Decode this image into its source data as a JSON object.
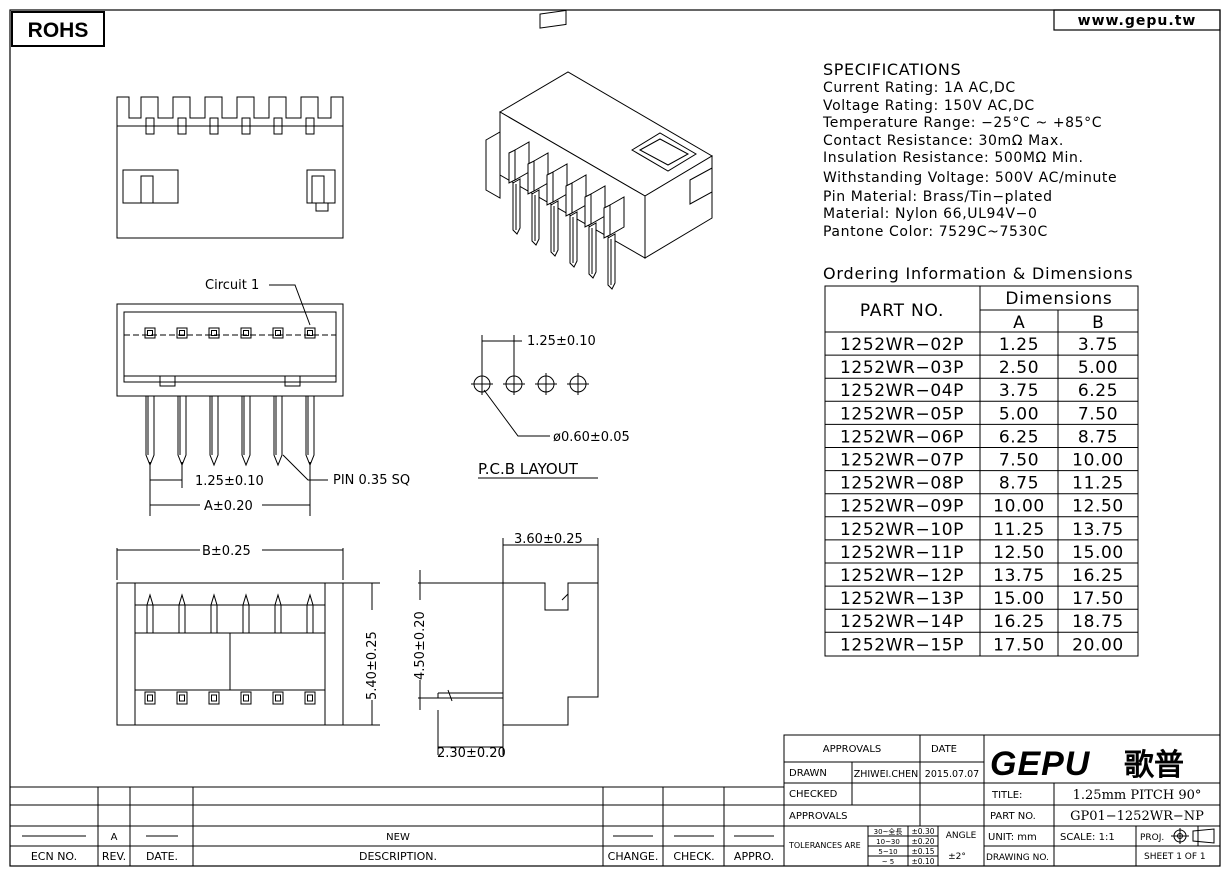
{
  "header": {
    "rohs": "ROHS",
    "website": "www.gepu.tw"
  },
  "specifications": {
    "title": "SPECIFICATIONS",
    "lines": [
      "Current  Rating:  1A  AC,DC",
      "Voltage  Rating:  150V  AC,DC",
      "Temperature  Range:  −25°C  ~  +85°C",
      "Contact  Resistance:  30mΩ  Max.",
      "Insulation  Resistance:  500MΩ  Min.",
      "Withstanding  Voltage:  500V  AC/minute",
      "Pin  Material:  Brass/Tin−plated",
      "Material:  Nylon  66,UL94V−0",
      "Pantone  Color:  7529C~7530C"
    ]
  },
  "ordering": {
    "title": "Ordering  Information  &  Dimensions",
    "col_part": "PART  NO.",
    "col_dims": "Dimensions",
    "col_a": "A",
    "col_b": "B",
    "rows": [
      [
        "1252WR−02P",
        "1.25",
        "3.75"
      ],
      [
        "1252WR−03P",
        "2.50",
        "5.00"
      ],
      [
        "1252WR−04P",
        "3.75",
        "6.25"
      ],
      [
        "1252WR−05P",
        "5.00",
        "7.50"
      ],
      [
        "1252WR−06P",
        "6.25",
        "8.75"
      ],
      [
        "1252WR−07P",
        "7.50",
        "10.00"
      ],
      [
        "1252WR−08P",
        "8.75",
        "11.25"
      ],
      [
        "1252WR−09P",
        "10.00",
        "12.50"
      ],
      [
        "1252WR−10P",
        "11.25",
        "13.75"
      ],
      [
        "1252WR−11P",
        "12.50",
        "15.00"
      ],
      [
        "1252WR−12P",
        "13.75",
        "16.25"
      ],
      [
        "1252WR−13P",
        "15.00",
        "17.50"
      ],
      [
        "1252WR−14P",
        "16.25",
        "18.75"
      ],
      [
        "1252WR−15P",
        "17.50",
        "20.00"
      ]
    ]
  },
  "drawing": {
    "circuit1": "Circuit  1",
    "pitch_dim": "1.25±0.10",
    "a_dim": "A±0.20",
    "pin_label": "PIN  0.35  SQ",
    "pcb_pitch": "1.25±0.10",
    "pcb_hole": "ø0.60±0.05",
    "pcb_title": "P.C.B  LAYOUT",
    "b_dim": "B±0.25",
    "h540": "5.40±0.25",
    "h450": "4.50±0.20",
    "w360": "3.60±0.25",
    "w230": "2.30±0.20"
  },
  "title_block": {
    "approvals": "APPROVALS",
    "date": "DATE",
    "drawn": "DRAWN",
    "drawn_by": "ZHIWEI.CHEN",
    "drawn_date": "2015.07.07",
    "checked": "CHECKED",
    "approvals2": "APPROVALS",
    "tolerances": "TOLERANCES  ARE",
    "tol_rows": [
      [
        "30~全長",
        "±0.30"
      ],
      [
        "10~30",
        "±0.20"
      ],
      [
        "5~10",
        "±0.15"
      ],
      [
        "~  5",
        "±0.10"
      ]
    ],
    "angle": "ANGLE",
    "angle_tol": "±2°",
    "logo": "GEPU",
    "logo_cn": "歌普",
    "title_lbl": "TITLE:",
    "title_val": "1.25mm  PITCH  90°",
    "partno_lbl": "PART  NO.",
    "partno_val": "GP01−1252WR−NP",
    "unit": "UNIT:  mm",
    "scale": "SCALE:  1:1",
    "proj": "PROJ.",
    "drawing_no": "DRAWING  NO.",
    "sheet": "SHEET    1  OF  1"
  },
  "revision": {
    "rev_value": "A",
    "desc_value": "NEW",
    "ecn": "ECN  NO.",
    "rev": "REV.",
    "date": "DATE.",
    "description": "DESCRIPTION.",
    "change": "CHANGE.",
    "check": "CHECK.",
    "appro": "APPRO."
  }
}
